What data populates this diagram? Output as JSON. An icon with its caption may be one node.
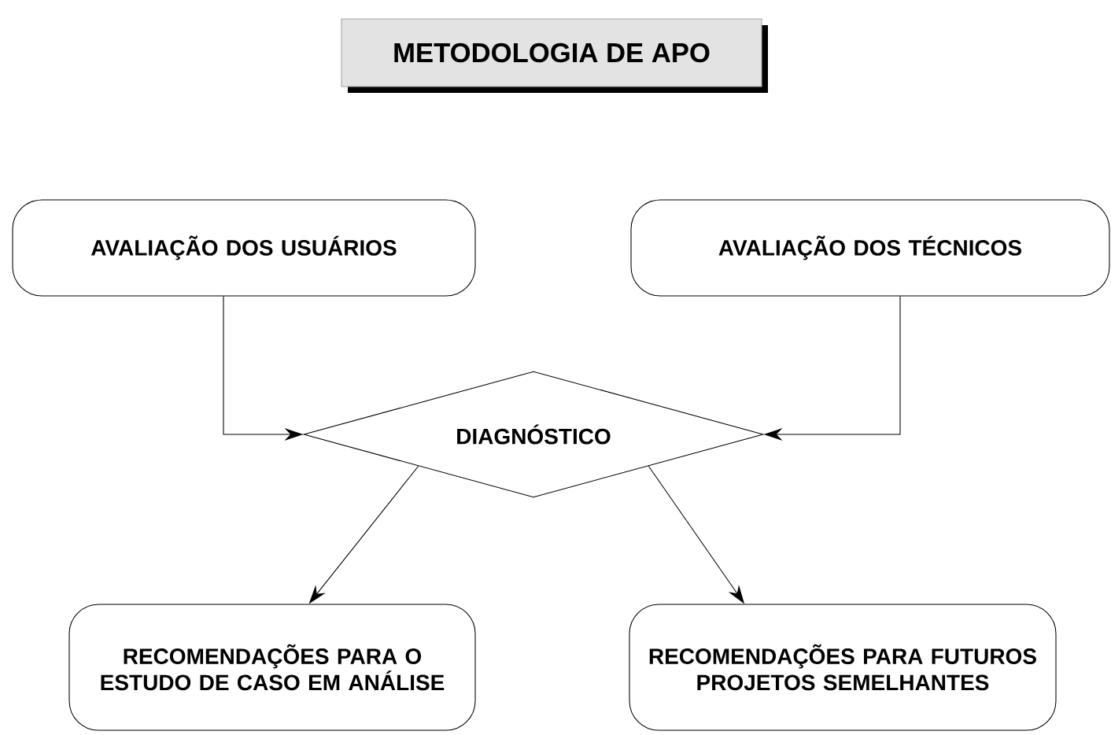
{
  "diagram": {
    "title": "METODOLOGIA DE APO",
    "nodes": [
      {
        "text": [
          "AVALIAÇÃO DOS USUÁRIOS"
        ]
      },
      {
        "text": [
          "AVALIAÇÃO DOS TÉCNICOS"
        ]
      },
      {
        "text": [
          "DIAGNÓSTICO"
        ]
      },
      {
        "text": [
          "RECOMENDAÇÕES PARA O ESTUDO DE CASO EM ANÁLISE"
        ]
      },
      {
        "text": [
          "RECOMENDAÇÕES PARA FUTUROS PROJETOS SEMELHANTES"
        ]
      }
    ],
    "edges": [
      {
        "from": 0,
        "to": 2,
        "arrow": "to"
      },
      {
        "from": 1,
        "to": 2,
        "arrow": "to"
      },
      {
        "from": 2,
        "to": 3,
        "arrow": "to"
      },
      {
        "from": 2,
        "to": 4,
        "arrow": "to"
      }
    ]
  }
}
